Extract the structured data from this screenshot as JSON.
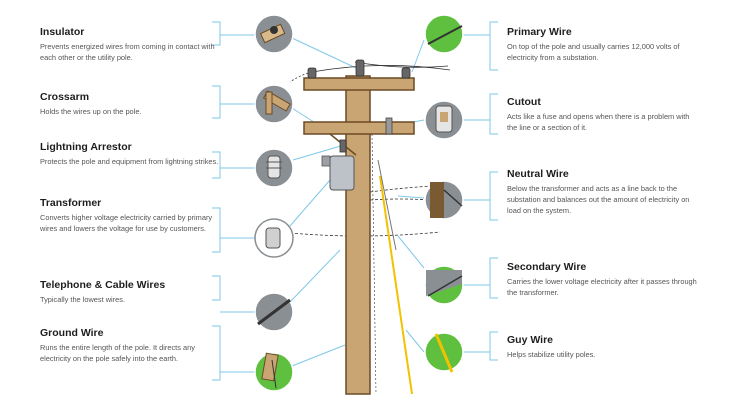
{
  "labels": {
    "insulator": {
      "title": "Insulator",
      "desc": "Prevents energized wires from coming in contact with each other or the utility pole."
    },
    "crossarm": {
      "title": "Crossarm",
      "desc": "Holds the wires up on the pole."
    },
    "lightning_arrestor": {
      "title": "Lightning Arrestor",
      "desc": "Protects the pole and equipment from lightning strikes."
    },
    "transformer": {
      "title": "Transformer",
      "desc": "Converts higher voltage electricity carried by primary wires and lowers the voltage for use by customers."
    },
    "telephone_cable": {
      "title": "Telephone & Cable Wires",
      "desc": "Typically the lowest wires."
    },
    "ground_wire": {
      "title": "Ground Wire",
      "desc": "Runs the entire length of the pole. It directs any electricity on the pole safely into the earth."
    },
    "primary_wire": {
      "title": "Primary Wire",
      "desc": "On top of the pole and usually carries 12,000 volts of electricity from a substation."
    },
    "cutout": {
      "title": "Cutout",
      "desc": "Acts like a fuse and opens when there is a problem with the line or a section of it."
    },
    "neutral_wire": {
      "title": "Neutral Wire",
      "desc": "Below the transformer and acts as a line back to the substation and balances out the amount of electricity on load on the system."
    },
    "secondary_wire": {
      "title": "Secondary Wire",
      "desc": "Carries the lower voltage electricity after it passes through the transformer."
    },
    "guy_wire": {
      "title": "Guy Wire",
      "desc": "Helps stabilize utility poles."
    }
  },
  "colors": {
    "pole_wood": "#c9a574",
    "pole_outline": "#6b4a25",
    "circle_gray": "#8a8f94",
    "circle_green": "#5fbf3f",
    "leader_line": "#7ec9e8",
    "guy_wire": "#f2c200"
  },
  "icons": [
    "insulator-icon",
    "crossarm-icon",
    "lightning-arrestor-icon",
    "transformer-icon",
    "cable-icon",
    "ground-wire-icon",
    "primary-wire-icon",
    "cutout-icon",
    "neutral-wire-icon",
    "secondary-wire-icon",
    "guy-wire-icon"
  ]
}
